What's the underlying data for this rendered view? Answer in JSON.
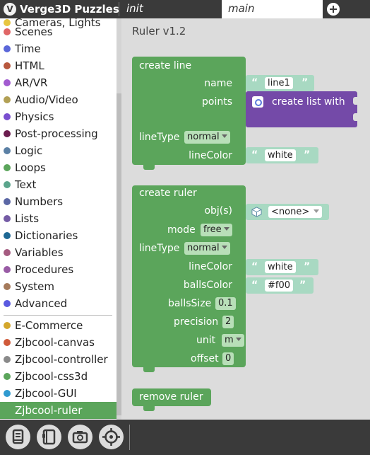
{
  "app": {
    "title": "Verge3D Puzzles",
    "logo": "V"
  },
  "tabs": [
    {
      "label": "init",
      "active": false
    },
    {
      "label": "main",
      "active": true
    }
  ],
  "sidebar": {
    "items": [
      {
        "label": "Cameras, Lights",
        "color": "#e8c640"
      },
      {
        "label": "Scenes",
        "color": "#e06666"
      },
      {
        "label": "Time",
        "color": "#5b67d9"
      },
      {
        "label": "HTML",
        "color": "#b8583e"
      },
      {
        "label": "AR/VR",
        "color": "#a25bd0"
      },
      {
        "label": "Audio/Video",
        "color": "#b2a054"
      },
      {
        "label": "Physics",
        "color": "#7a4fd0"
      },
      {
        "label": "Post-processing",
        "color": "#6b1c4e"
      },
      {
        "label": "Logic",
        "color": "#5b80a5"
      },
      {
        "label": "Loops",
        "color": "#5ba55b"
      },
      {
        "label": "Text",
        "color": "#5ba58c"
      },
      {
        "label": "Numbers",
        "color": "#5b67a5"
      },
      {
        "label": "Lists",
        "color": "#745ba5"
      },
      {
        "label": "Dictionaries",
        "color": "#1e6894"
      },
      {
        "label": "Variables",
        "color": "#a55b80"
      },
      {
        "label": "Procedures",
        "color": "#995ba5"
      },
      {
        "label": "System",
        "color": "#a57a5b"
      },
      {
        "label": "Advanced",
        "color": "#5a5ae0"
      }
    ],
    "plugins": [
      {
        "label": "E-Commerce",
        "color": "#d4a72c"
      },
      {
        "label": "Zjbcool-canvas",
        "color": "#d05a3a"
      },
      {
        "label": "Zjbcool-controller",
        "color": "#8a8a8a"
      },
      {
        "label": "Zjbcool-css3d",
        "color": "#5ba55b"
      },
      {
        "label": "Zjbcool-GUI",
        "color": "#2f9ad0"
      },
      {
        "label": "Zjbcool-ruler",
        "color": "#5ba55b",
        "active": true
      }
    ]
  },
  "workspace": {
    "title": "Ruler v1.2",
    "create_line": {
      "header": "create line",
      "name_label": "name",
      "name_value": "line1",
      "points_label": "points",
      "list_label": "create list with",
      "linetype_label": "lineType",
      "linetype_value": "normal",
      "linecolor_label": "lineColor",
      "linecolor_value": "white"
    },
    "create_ruler": {
      "header": "create ruler",
      "obj_label": "obj(s)",
      "obj_value": "<none>",
      "mode_label": "mode",
      "mode_value": "free",
      "linetype_label": "lineType",
      "linetype_value": "normal",
      "linecolor_label": "lineColor",
      "linecolor_value": "white",
      "ballscolor_label": "ballsColor",
      "ballscolor_value": "#f00",
      "ballssize_label": "ballsSize",
      "ballssize_value": "0.1",
      "precision_label": "precision",
      "precision_value": "2",
      "unit_label": "unit",
      "unit_value": "m",
      "offset_label": "offset",
      "offset_value": "0"
    },
    "remove_ruler": {
      "label": "remove ruler"
    }
  },
  "quote_open": "“",
  "quote_close": "”",
  "bottom_tools": [
    "manual-icon",
    "library-icon",
    "screenshot-icon",
    "target-icon"
  ]
}
